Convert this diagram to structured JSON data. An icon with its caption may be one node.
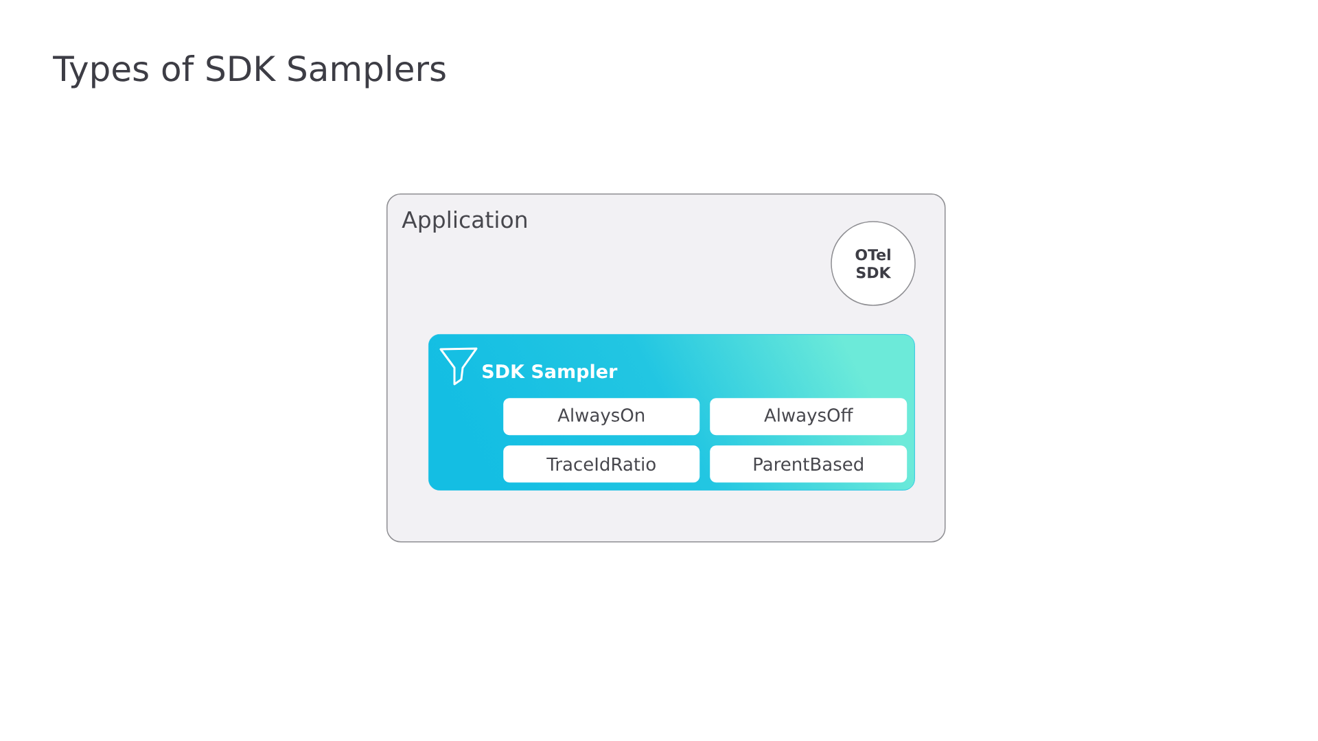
{
  "diagram": {
    "title": "Types of SDK Samplers",
    "nodes": [
      {
        "text": [
          "Application"
        ]
      },
      {
        "text": [
          "OTel SDK"
        ],
        "in": 0
      },
      {
        "text": [
          "SDK Sampler"
        ],
        "in": 0
      },
      {
        "text": [
          "AlwaysOn"
        ],
        "in": 2
      },
      {
        "text": [
          "AlwaysOff"
        ],
        "in": 2
      },
      {
        "text": [
          "TraceIdRatio"
        ],
        "in": 2
      },
      {
        "text": [
          "ParentBased"
        ],
        "in": 2
      }
    ]
  }
}
